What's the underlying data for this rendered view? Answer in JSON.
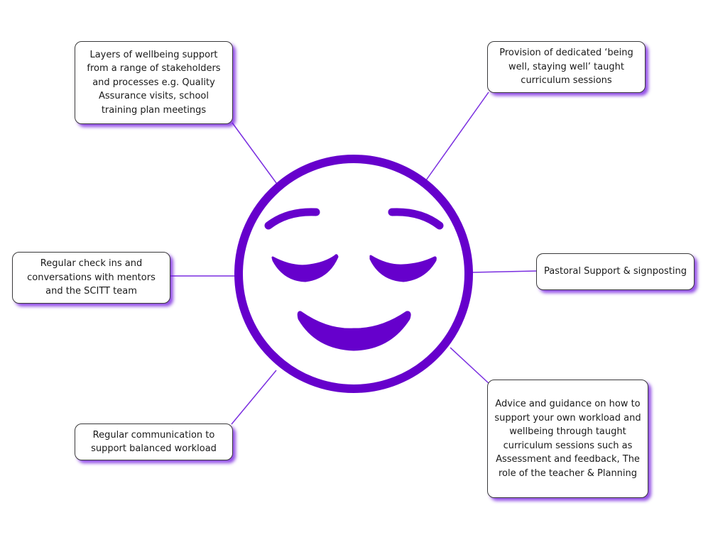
{
  "diagram": {
    "type": "mind-map",
    "center": {
      "icon": "relieved-face-icon",
      "description": "Smiling face with closed eyes"
    },
    "colors": {
      "accent": "#6600cc",
      "connector": "#7a2ee0",
      "box_border": "#3a3a3a",
      "box_shadow": "#6e14dc",
      "text": "#1a1a1a",
      "background": "#ffffff"
    },
    "nodes": [
      {
        "id": "wellbeing-layers",
        "text": "Layers of wellbeing support from a range of stakeholders and processes e.g. Quality Assurance visits, school training plan meetings"
      },
      {
        "id": "taught-sessions",
        "text": "Provision of dedicated ‘being well, staying well’ taught curriculum sessions"
      },
      {
        "id": "check-ins",
        "text": "Regular check ins and conversations with mentors and the SCITT team"
      },
      {
        "id": "pastoral",
        "text": "Pastoral Support & signposting"
      },
      {
        "id": "communication",
        "text": "Regular communication to support balanced workload"
      },
      {
        "id": "advice",
        "text": "Advice and guidance on how to support your own workload and wellbeing through taught curriculum sessions such as Assessment and feedback, The role of the teacher & Planning"
      }
    ]
  }
}
